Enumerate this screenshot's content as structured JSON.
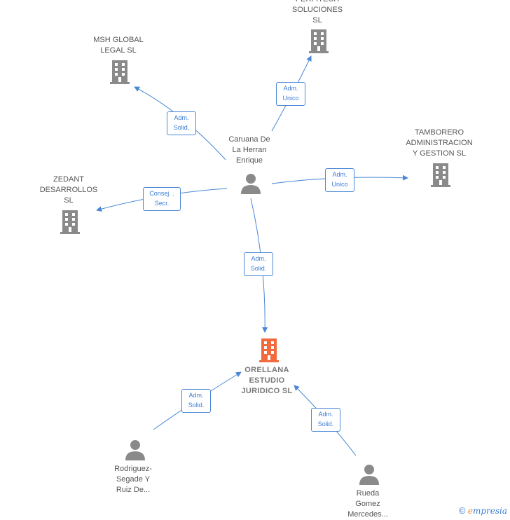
{
  "colors": {
    "edge": "#4a88d6",
    "node_gray": "#8a8a8a",
    "focus": "#f26a3d"
  },
  "nodes": {
    "perfitech": "PERFITECH\nSOLUCIONES\nSL",
    "msh": "MSH GLOBAL\nLEGAL  SL",
    "caruana": "Caruana De\nLa Herran\nEnrique",
    "tamborero": "TAMBORERO\nADMINISTRACION\nY GESTION  SL",
    "zedant": "ZEDANT\nDESARROLLOS\nSL",
    "orellana": "ORELLANA\nESTUDIO\nJURIDICO  SL",
    "rodriguez": "Rodriguez-\nSegade Y\nRuiz De...",
    "rueda": "Rueda\nGomez\nMercedes..."
  },
  "edges": {
    "perfitech": "Adm.\nUnico",
    "msh": "Adm.\nSolid.",
    "tamborero": "Adm.\nUnico",
    "zedant": "Consej. .\nSecr.",
    "orellana": "Adm.\nSolid.",
    "rodriguez": "Adm.\nSolid.",
    "rueda": "Adm.\nSolid."
  },
  "brand": {
    "copyright": "©",
    "e": "e",
    "rest": "mpresia"
  }
}
